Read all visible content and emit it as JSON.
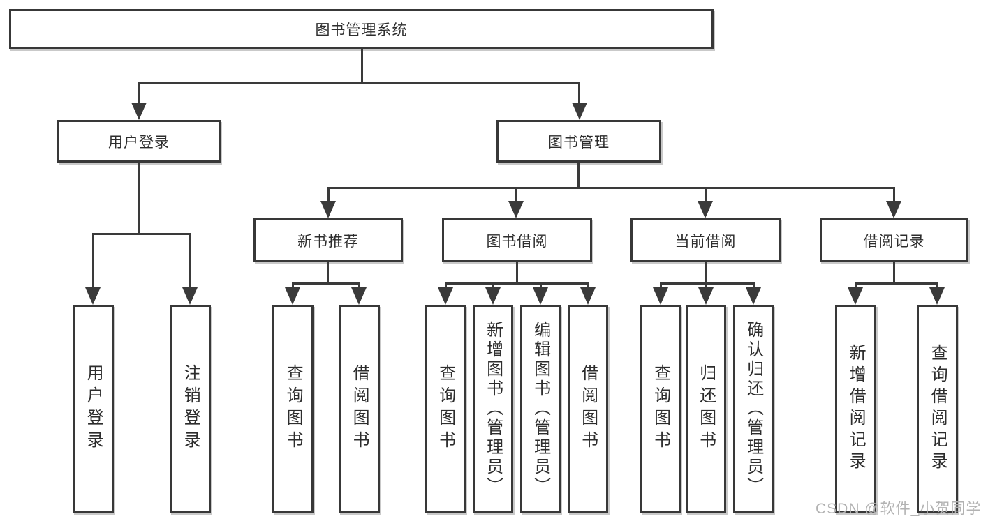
{
  "diagram": {
    "type": "hierarchy-tree",
    "title": "图书管理系统",
    "colors": {
      "line": "#3a3a3a",
      "box_border": "#383838",
      "box_background": "#ffffff",
      "text": "#2d2d2d",
      "shadow": "#c9c9c9",
      "watermark_text": "#b2b2b2"
    },
    "root": {
      "label": "图书管理系统"
    },
    "level2": [
      {
        "label": "用户登录",
        "parent": "图书管理系统"
      },
      {
        "label": "图书管理",
        "parent": "图书管理系统"
      }
    ],
    "level3": [
      {
        "label": "新书推荐",
        "parent": "图书管理"
      },
      {
        "label": "图书借阅",
        "parent": "图书管理"
      },
      {
        "label": "当前借阅",
        "parent": "图书管理"
      },
      {
        "label": "借阅记录",
        "parent": "图书管理"
      }
    ],
    "level4": {
      "user_login": {
        "parent": "用户登录",
        "items": [
          {
            "label": "用户登录"
          },
          {
            "label": "注销登录"
          }
        ]
      },
      "new_books": {
        "parent": "新书推荐",
        "items": [
          {
            "label": "查询图书"
          },
          {
            "label": "借阅图书"
          }
        ]
      },
      "book_borrow": {
        "parent": "图书借阅",
        "items": [
          {
            "label": "查询图书"
          },
          {
            "label": "新增图书（管理员）"
          },
          {
            "label": "编辑图书（管理员）"
          },
          {
            "label": "借阅图书"
          }
        ]
      },
      "current_borrow": {
        "parent": "当前借阅",
        "items": [
          {
            "label": "查询图书"
          },
          {
            "label": "归还图书"
          },
          {
            "label": "确认归还（管理员）"
          }
        ]
      },
      "borrow_records": {
        "parent": "借阅记录",
        "items": [
          {
            "label": "新增借阅记录"
          },
          {
            "label": "查询借阅记录"
          }
        ]
      }
    }
  },
  "watermark": {
    "text": "CSDN @软件_小贺同学"
  }
}
